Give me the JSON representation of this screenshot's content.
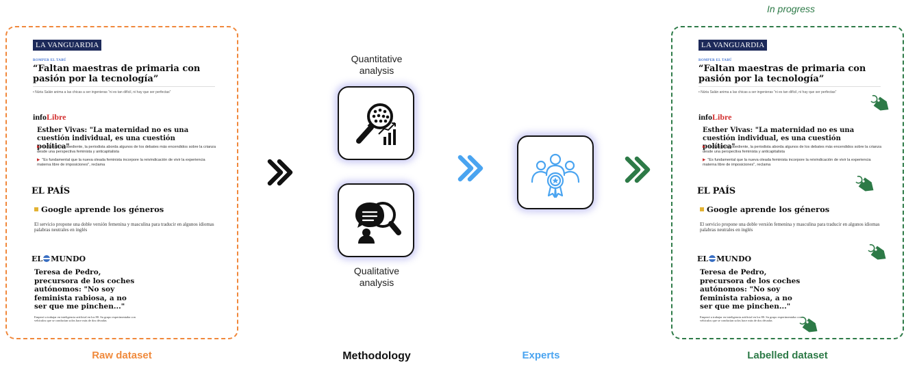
{
  "status": {
    "label": "In progress"
  },
  "captions": {
    "raw": "Raw dataset",
    "methodology": "Methodology",
    "experts": "Experts",
    "labelled": "Labelled dataset"
  },
  "methodology": {
    "quantitative_line1": "Quantitative",
    "quantitative_line2": "analysis",
    "qualitative_line1": "Qualitative",
    "qualitative_line2": "analysis"
  },
  "icons": {
    "quantitative": "magnifier-chart-icon",
    "qualitative": "speech-magnifier-icon",
    "experts": "expert-group-badge-icon",
    "arrows": "double-chevron-right-icon",
    "labels": "tag-icon"
  },
  "colors": {
    "raw": "#f08a3c",
    "labelled": "#2d7a47",
    "experts": "#4aa4f0",
    "arrow_dark": "#111111",
    "arrow_blue": "#4aa4f0",
    "arrow_green": "#2d7a47"
  },
  "articles": {
    "lavanguardia": {
      "outlet": "LA VANGUARDIA",
      "kicker": "ROMPER EL TABÚ",
      "headline": "“Faltan maestras de primaria con pasión por la tecnología”",
      "sub": "• Núria Salán anima a las chicas a ser ingenieras “ni es tan difícil, ni hay que ser perfectas”"
    },
    "infolibre": {
      "outlet_a": "info",
      "outlet_b": "Libre",
      "headline": "Esther Vivas: \"La maternidad no es una cuestión individual, es una cuestión política\"",
      "bullet1": "En Mamá desobediente, la periodista aborda algunos de los debates más encendidos sobre la crianza desde una perspectiva feminista y anticapitalista",
      "bullet2": "\"Es fundamental que la nueva oleada feminista incorpore la reivindicación de vivir la experiencia materna libre de imposiciones\", reclama"
    },
    "elpais": {
      "outlet": "EL PAÍS",
      "headline": "Google aprende los géneros",
      "body": "El servicio propone una doble versión femenina y masculina para traducir en algunos idiomas palabras neutrales en inglés"
    },
    "elmundo": {
      "outlet_a": "EL",
      "outlet_b": "MUNDO",
      "headline": "Teresa de Pedro, precursora de los coches autónomos: \"No soy feminista rabiosa, a no ser que me pinchen...\"",
      "body": "Empezó a trabajar en inteligencia artificial en los 80. Su grupo experimentaba con vehículos que se conducían solos hace más de dos décadas"
    }
  }
}
